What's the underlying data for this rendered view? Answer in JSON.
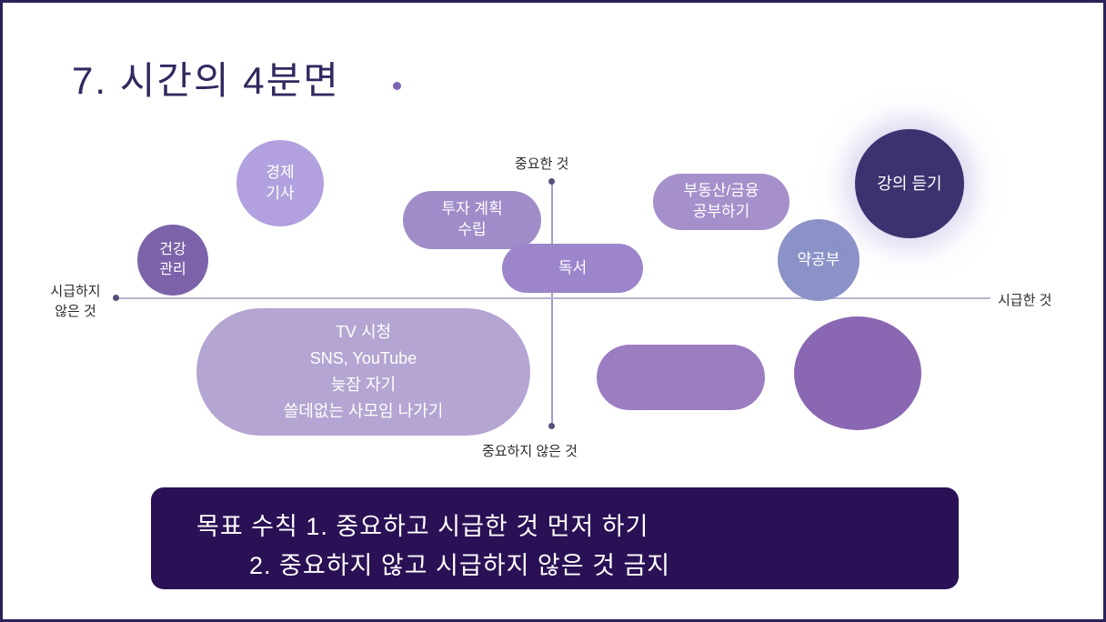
{
  "slide": {
    "title": "7. 시간의 4분면",
    "colors": {
      "border": "#2c2158",
      "title_text": "#2f2a60",
      "title_dot": "#7c64b0",
      "axis_line": "#a29bc4",
      "footer_box": "#2a1054"
    }
  },
  "axes": {
    "top_label": "중요한 것",
    "bottom_label": "중요하지 않은 것",
    "left_label_line1": "시급하지",
    "left_label_line2": "않은 것",
    "right_label": "시급한 것"
  },
  "bubbles": [
    {
      "name": "economy-news",
      "lines": [
        "경제",
        "기사"
      ],
      "color": "#b2a1de"
    },
    {
      "name": "health-care",
      "lines": [
        "건강",
        "관리"
      ],
      "color": "#7c63a9"
    },
    {
      "name": "investment-plan",
      "lines": [
        "투자 계획",
        "수립"
      ],
      "color": "#9f8cc8"
    },
    {
      "name": "reading",
      "lines": [
        "독서"
      ],
      "color": "#9c85cb"
    },
    {
      "name": "realestate-finance-study",
      "lines": [
        "부동산/금융",
        "공부하기"
      ],
      "color": "#a590cb"
    },
    {
      "name": "pharmacy-study",
      "lines": [
        "약공부"
      ],
      "color": "#8b92c8"
    },
    {
      "name": "lecture-listening",
      "lines": [
        "강의 듣기"
      ],
      "color": "#3c326f"
    },
    {
      "name": "time-wasters",
      "lines": [
        "TV 시청",
        "SNS, YouTube",
        "늦잠 자기",
        "쓸데없는 사모임 나가기"
      ],
      "color": "#b5a5d2"
    },
    {
      "name": "empty-ellipse",
      "lines": [],
      "color": "#9c7dc1"
    },
    {
      "name": "empty-circle",
      "lines": [],
      "color": "#8a67b2"
    }
  ],
  "footer": {
    "line1": "목표 수칙 1. 중요하고 시급한 것 먼저 하기",
    "line2": "2. 중요하지 않고 시급하지 않은 것 금지"
  }
}
